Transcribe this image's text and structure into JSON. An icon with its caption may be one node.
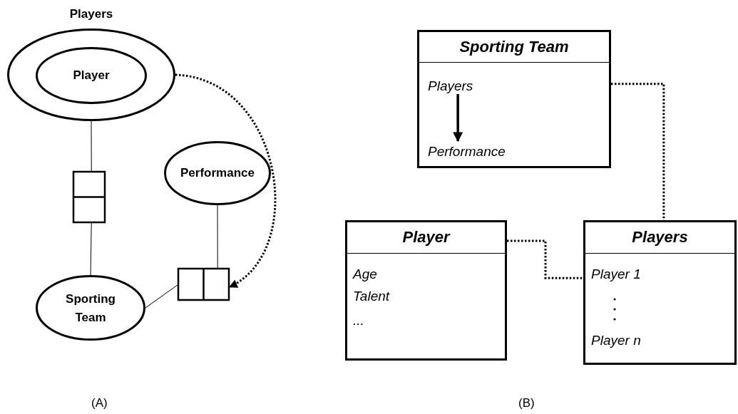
{
  "diagram": {
    "nodes": [
      {
        "text": [
          "Players"
        ]
      },
      {
        "text": [
          "Player"
        ],
        "in": 0
      },
      {
        "text": [],
        "shape": "box"
      },
      {
        "text": [
          "Performance"
        ]
      },
      {
        "text": [
          "Sporting Team"
        ]
      },
      {
        "text": [],
        "shape": "box"
      },
      {
        "text": [
          "Sporting Team"
        ]
      },
      {
        "text": [
          "Players"
        ],
        "in": 6
      },
      {
        "text": [
          "Performance"
        ],
        "in": 6
      },
      {
        "text": [
          "Player",
          "Age",
          "Talent",
          "..."
        ]
      },
      {
        "text": [
          "Players",
          "Player 1",
          "Player n"
        ]
      }
    ],
    "edges": [
      {
        "from": 0,
        "to": 2,
        "arrow": "none"
      },
      {
        "from": 2,
        "to": 4,
        "arrow": "none"
      },
      {
        "from": 3,
        "to": 5,
        "arrow": "none"
      },
      {
        "from": 4,
        "to": 5,
        "arrow": "none"
      },
      {
        "from": 0,
        "to": 5,
        "arrow": "to",
        "style": "dashed"
      },
      {
        "from": 7,
        "to": 8,
        "arrow": "to",
        "style": "thick"
      },
      {
        "from": 6,
        "to": 10,
        "arrow": "none",
        "style": "dashed"
      },
      {
        "from": 9,
        "to": 10,
        "arrow": "none",
        "style": "dashed"
      }
    ],
    "labels": [
      "(A)",
      "(B)"
    ]
  }
}
